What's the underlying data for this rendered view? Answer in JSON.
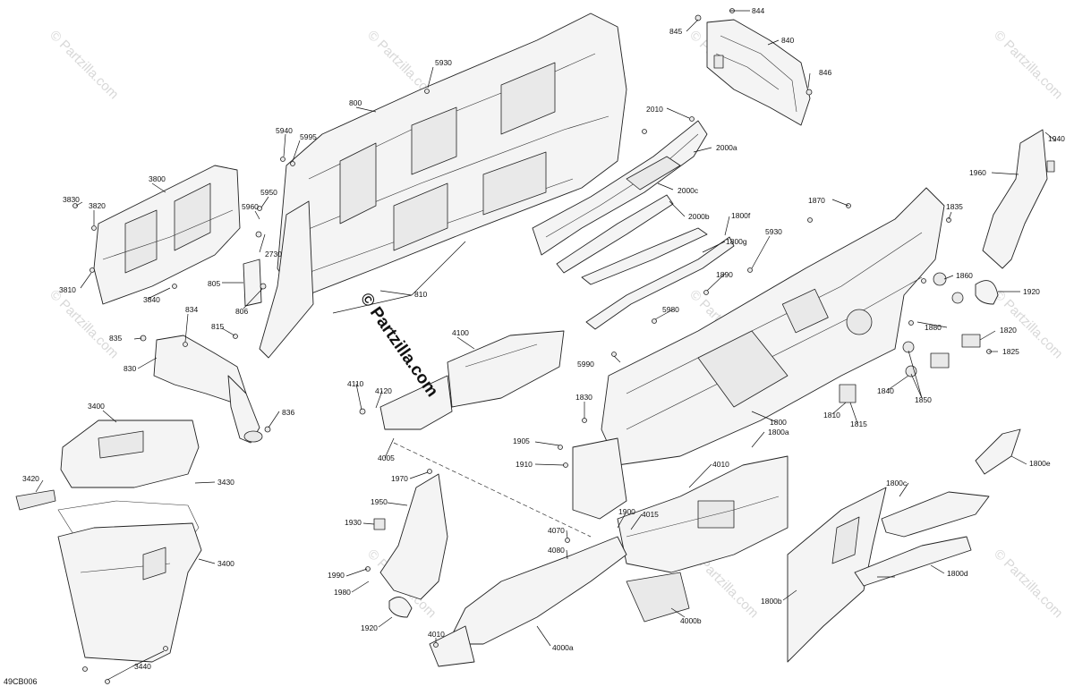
{
  "diagram": {
    "figure_code": "49CB006",
    "center_watermark": "© Partzilla.com",
    "repeat_watermark": "© Partzilla.com",
    "labels": {
      "l844": "844",
      "l845": "845",
      "l840": "840",
      "l846": "846",
      "l5930a": "5930",
      "l800": "800",
      "l5940": "5940",
      "l5995": "5995",
      "l3800": "3800",
      "l3830": "3830",
      "l3820": "3820",
      "l3810": "3810",
      "l3840": "3840",
      "l5950": "5950",
      "l5960": "5960",
      "l2730": "2730",
      "l805": "805",
      "l806": "806",
      "l810": "810",
      "l834": "834",
      "l815": "815",
      "l835": "835",
      "l830": "830",
      "l836": "836",
      "l2010": "2010",
      "l2000a": "2000a",
      "l2000c": "2000c",
      "l2000b": "2000b",
      "l1800f": "1800f",
      "l1800g": "1800g",
      "l5930b": "5930",
      "l1890": "1890",
      "l5980": "5980",
      "l5990": "5990",
      "l1870": "1870",
      "l1835": "1835",
      "l1940": "1940",
      "l1960": "1960",
      "l1860": "1860",
      "l1920a": "1920",
      "l1880": "1880",
      "l1820": "1820",
      "l1825": "1825",
      "l1840": "1840",
      "l1850": "1850",
      "l1810": "1810",
      "l1815": "1815",
      "l1800": "1800",
      "l1800a": "1800a",
      "l1830": "1830",
      "l4100": "4100",
      "l4110": "4110",
      "l4120": "4120",
      "l4005": "4005",
      "l1905": "1905",
      "l1910": "1910",
      "l4010a": "4010",
      "l1970": "1970",
      "l1900": "1900",
      "l4015": "4015",
      "l1800e": "1800e",
      "l1800c": "1800c",
      "l1950": "1950",
      "l1930": "1930",
      "l4070": "4070",
      "l4080": "4080",
      "l1990": "1990",
      "l1980": "1980",
      "l1920b": "1920",
      "l4010b": "4010",
      "l4000a": "4000a",
      "l4000b": "4000b",
      "l1800b": "1800b",
      "l1800d": "1800d",
      "l3400a": "3400",
      "l3420": "3420",
      "l3430": "3430",
      "l3400b": "3400",
      "l3440": "3440"
    }
  }
}
